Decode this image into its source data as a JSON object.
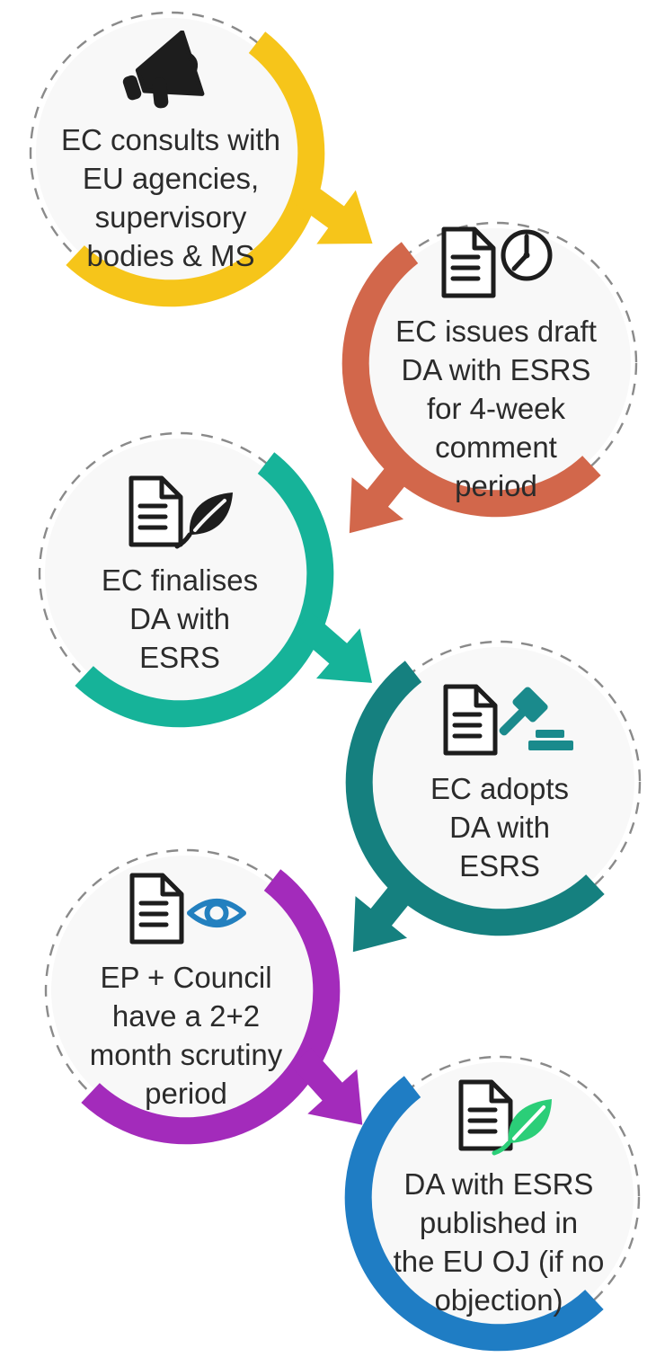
{
  "figure": {
    "type": "process-flow-diagram",
    "background": "#ffffff",
    "dashed_circle_color": "#8a8a8a",
    "inner_circle_fill": "#f8f8f8",
    "text_color": "#2b2b2b",
    "icon_outline_color": "#1d1d1d",
    "accent_colors": {
      "gavel": "#1A8A8C",
      "eye": "#2380BF",
      "leaf": "#2BCE78"
    },
    "steps": [
      {
        "label": "EC consults with\nEU agencies,\nsupervisory\nbodies & MS",
        "arc_color": "#F6C51A",
        "icons": [
          "megaphone-icon"
        ],
        "side": "left",
        "has_arrow": true
      },
      {
        "label": "EC issues draft\nDA with ESRS\nfor 4-week\ncomment\nperiod",
        "arc_color": "#D2674B",
        "icons": [
          "document-icon",
          "clock-icon"
        ],
        "side": "right",
        "has_arrow": true
      },
      {
        "label": "EC finalises\nDA with\nESRS",
        "arc_color": "#16B399",
        "icons": [
          "document-icon",
          "leaf-icon"
        ],
        "side": "left",
        "has_arrow": true
      },
      {
        "label": "EC adopts\nDA with\nESRS",
        "arc_color": "#15807F",
        "icons": [
          "document-icon",
          "gavel-icon"
        ],
        "side": "right",
        "has_arrow": true
      },
      {
        "label": "EP + Council\nhave a 2+2\nmonth scrutiny\nperiod",
        "arc_color": "#A32BBB",
        "icons": [
          "document-icon",
          "eye-icon"
        ],
        "side": "left",
        "has_arrow": true
      },
      {
        "label": "DA with ESRS\npublished in\nthe EU OJ (if no\nobjection)",
        "arc_color": "#1F7DC4",
        "icons": [
          "document-icon",
          "leaf-icon"
        ],
        "side": "right",
        "has_arrow": false
      }
    ]
  }
}
